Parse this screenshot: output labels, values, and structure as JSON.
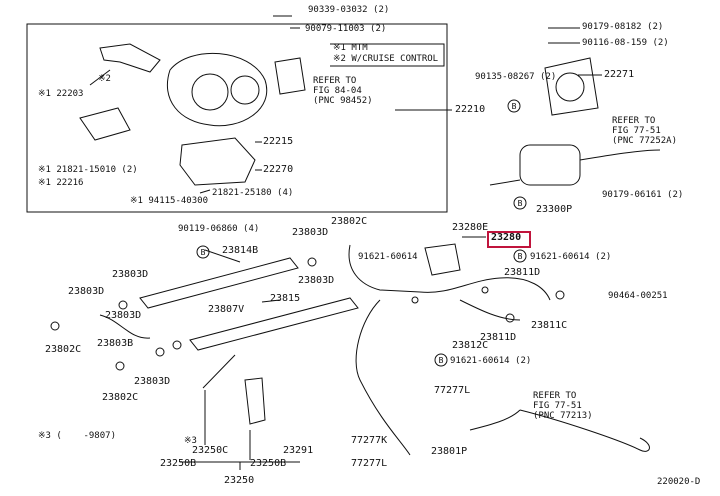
{
  "diagram": {
    "highlight_color": "#c0143c",
    "highlighted_part": "23280",
    "labels": [
      {
        "id": "p90339",
        "text": "90339-03032 (2)"
      },
      {
        "id": "p90079",
        "text": "90079-11003 (2)"
      },
      {
        "id": "note1",
        "text": "※1 MTM"
      },
      {
        "id": "note2",
        "text": "※2 W/CRUISE CONTROL"
      },
      {
        "id": "refer1",
        "text": "REFER TO"
      },
      {
        "id": "refer1b",
        "text": "FIG 84-04"
      },
      {
        "id": "refer1c",
        "text": "(PNC 98452)"
      },
      {
        "id": "n22210",
        "text": "22210"
      },
      {
        "id": "mark2",
        "text": "※2"
      },
      {
        "id": "p122203",
        "text": "※1 22203"
      },
      {
        "id": "p21821",
        "text": "※1 21821-15010 (2)"
      },
      {
        "id": "p122216",
        "text": "※1 22216"
      },
      {
        "id": "p22215",
        "text": "22215"
      },
      {
        "id": "p22270",
        "text": "22270"
      },
      {
        "id": "p21821b",
        "text": "21821-25180 (4)"
      },
      {
        "id": "p194115",
        "text": "※1 94115-40300"
      },
      {
        "id": "p90179a",
        "text": "90179-08182 (2)"
      },
      {
        "id": "p90116",
        "text": "90116-08-159 (2)"
      },
      {
        "id": "p90135",
        "text": "90135-08267 (2)"
      },
      {
        "id": "p22271",
        "text": "22271"
      },
      {
        "id": "refer2",
        "text": "REFER TO"
      },
      {
        "id": "refer2b",
        "text": "FIG 77-51"
      },
      {
        "id": "refer2c",
        "text": "(PNC 77252A)"
      },
      {
        "id": "p90179b",
        "text": "90179-06161 (2)"
      },
      {
        "id": "p23300P",
        "text": "23300P"
      },
      {
        "id": "p90119",
        "text": "90119-06860 (4)"
      },
      {
        "id": "p23814B",
        "text": "23814B"
      },
      {
        "id": "p23803Da",
        "text": "23803D"
      },
      {
        "id": "p23802Ca",
        "text": "23802C"
      },
      {
        "id": "p23280E",
        "text": "23280E"
      },
      {
        "id": "p23280",
        "text": "23280"
      },
      {
        "id": "p91621a",
        "text": "91621-60614"
      },
      {
        "id": "p91621b",
        "text": "91621-60614 (2)"
      },
      {
        "id": "p23803Db",
        "text": "23803D"
      },
      {
        "id": "p23811D",
        "text": "23811D"
      },
      {
        "id": "p23807V",
        "text": "23807V"
      },
      {
        "id": "p23815",
        "text": "23815"
      },
      {
        "id": "p23803Dc",
        "text": "23803D"
      },
      {
        "id": "p90464",
        "text": "90464-00251"
      },
      {
        "id": "p23803Dd",
        "text": "23803D"
      },
      {
        "id": "p23802Cb",
        "text": "23802C"
      },
      {
        "id": "p23803B",
        "text": "23803B"
      },
      {
        "id": "p23803Dh",
        "text": "23803D"
      },
      {
        "id": "p23803De",
        "text": "23803D"
      },
      {
        "id": "p23802Cc",
        "text": "23802C"
      },
      {
        "id": "p23812C",
        "text": "23812C"
      },
      {
        "id": "p23811D2",
        "text": "23811D"
      },
      {
        "id": "p23811C",
        "text": "23811C"
      },
      {
        "id": "p91621c",
        "text": "91621-60614 (2)"
      },
      {
        "id": "p77277La",
        "text": "77277L"
      },
      {
        "id": "refer3",
        "text": "REFER TO"
      },
      {
        "id": "refer3b",
        "text": "FIG 77-51"
      },
      {
        "id": "refer3c",
        "text": "(PNC 77213)"
      },
      {
        "id": "mark3",
        "text": "※3 (    -9807)"
      },
      {
        "id": "mark3b",
        "text": "※3"
      },
      {
        "id": "p23250B",
        "text": "23250B"
      },
      {
        "id": "p23250C",
        "text": "23250C"
      },
      {
        "id": "p23250Bb",
        "text": "23250B"
      },
      {
        "id": "p23291",
        "text": "23291"
      },
      {
        "id": "p77277K",
        "text": "77277K"
      },
      {
        "id": "p23801P",
        "text": "23801P"
      },
      {
        "id": "p77277Lb",
        "text": "77277L"
      },
      {
        "id": "p23250",
        "text": "23250"
      },
      {
        "id": "figcode",
        "text": "220020-D"
      }
    ],
    "callouts": [
      {
        "id": "bA",
        "text": "B"
      },
      {
        "id": "bB",
        "text": "B"
      },
      {
        "id": "bC",
        "text": "B"
      },
      {
        "id": "bD",
        "text": "B"
      },
      {
        "id": "bE",
        "text": "B"
      }
    ]
  }
}
